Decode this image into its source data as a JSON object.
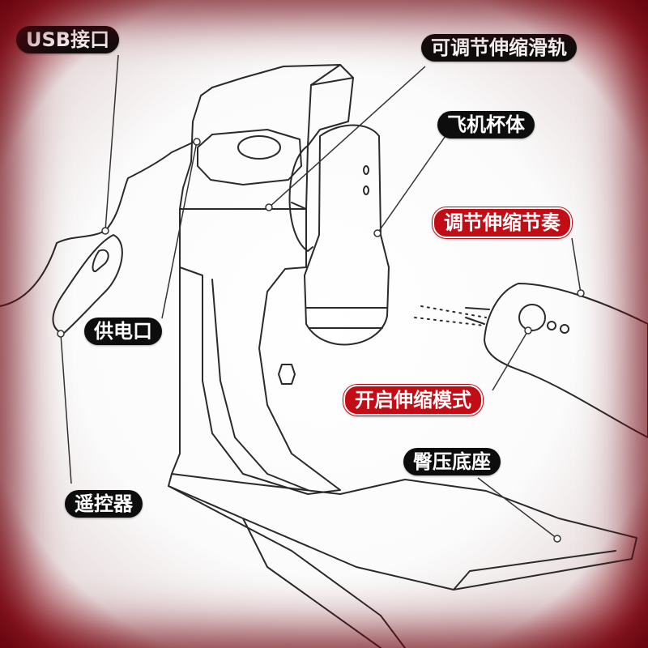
{
  "labels": {
    "usb_port": "USB接口",
    "adjustable_rail": "可调节伸缩滑轨",
    "cup_body": "飞机杯体",
    "adjust_rhythm": "调节伸缩节奏",
    "power_port": "供电口",
    "start_mode": "开启伸缩模式",
    "remote_control": "遥控器",
    "hip_base": "臀压底座"
  },
  "colors": {
    "dark_label": "#0d0d0d",
    "red_label": "#c30d16",
    "frame_red": "#7a0a12",
    "line": "#222222"
  }
}
